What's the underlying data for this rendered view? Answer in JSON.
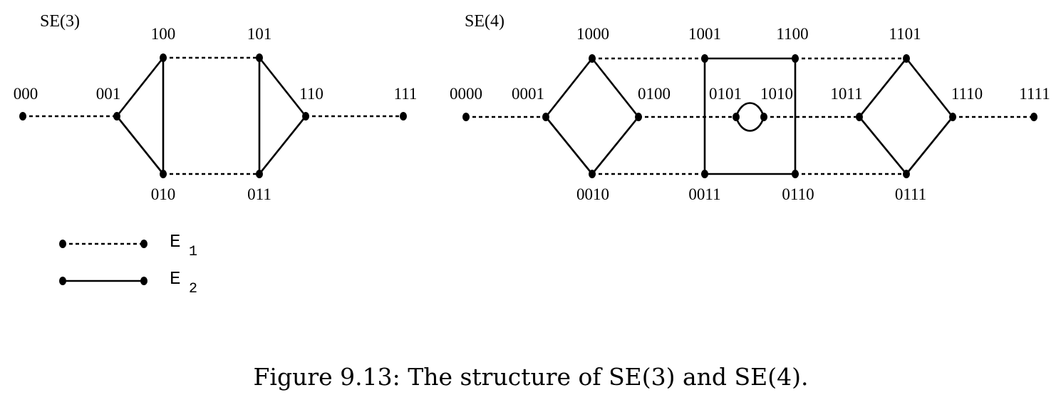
{
  "graphs": [
    {
      "title": "SE(3)",
      "nodes": [
        "000",
        "001",
        "100",
        "010",
        "101",
        "011",
        "110",
        "111"
      ],
      "edges_E1": [
        [
          "000",
          "001"
        ],
        [
          "100",
          "101"
        ],
        [
          "010",
          "011"
        ],
        [
          "110",
          "111"
        ]
      ],
      "edges_E2": [
        [
          "001",
          "100"
        ],
        [
          "001",
          "010"
        ],
        [
          "100",
          "010"
        ],
        [
          "101",
          "011"
        ],
        [
          "101",
          "110"
        ],
        [
          "011",
          "110"
        ]
      ]
    },
    {
      "title": "SE(4)",
      "nodes": [
        "0000",
        "0001",
        "1000",
        "0010",
        "0100",
        "1001",
        "0011",
        "0101",
        "1010",
        "1100",
        "0110",
        "1011",
        "1101",
        "0111",
        "1110",
        "1111"
      ],
      "edges_E1": [
        [
          "0000",
          "0001"
        ],
        [
          "1000",
          "1001"
        ],
        [
          "0010",
          "0011"
        ],
        [
          "0100",
          "0101"
        ],
        [
          "1010",
          "1011"
        ],
        [
          "1100",
          "1101"
        ],
        [
          "0110",
          "0111"
        ],
        [
          "1110",
          "1111"
        ]
      ],
      "edges_E2": [
        [
          "0001",
          "1000"
        ],
        [
          "0001",
          "0010"
        ],
        [
          "1000",
          "0100"
        ],
        [
          "0010",
          "0100"
        ],
        [
          "1001",
          "1100"
        ],
        [
          "1001",
          "0011"
        ],
        [
          "0011",
          "0110"
        ],
        [
          "1100",
          "0110"
        ],
        [
          "0101",
          "1010"
        ],
        [
          "1011",
          "1101"
        ],
        [
          "1011",
          "0111"
        ],
        [
          "1101",
          "1110"
        ],
        [
          "0111",
          "1110"
        ]
      ]
    }
  ],
  "legend": [
    {
      "style": "dashed",
      "label": "E",
      "subscript": "1"
    },
    {
      "style": "solid",
      "label": "E",
      "subscript": "2"
    }
  ],
  "caption": "Figure 9.13:  The structure of SE(3) and SE(4)."
}
